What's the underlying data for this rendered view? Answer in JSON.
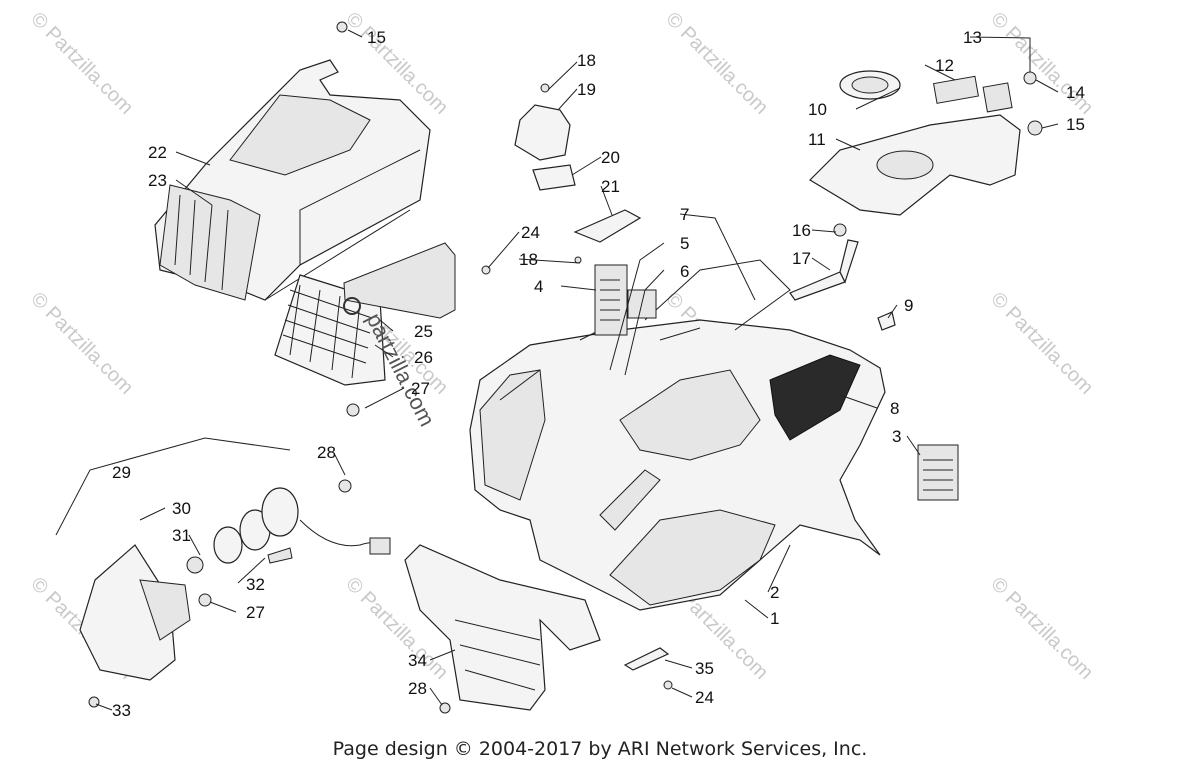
{
  "watermarks": [
    "© Partzilla.com",
    "© Partzilla.com",
    "© Partzilla.com",
    "© Partzilla.com",
    "© Partzilla.com",
    "© Partzilla.com",
    "© Partzilla.com",
    "© Partzilla.com",
    "© Partzilla.com",
    "© Partzilla.com",
    "© Partzilla.com",
    "© Partzilla.com"
  ],
  "center_watermark": "partzilla.com",
  "footer": "Page design © 2004-2017 by ARI Network Services, Inc.",
  "labels": {
    "p1": "1",
    "p2": "2",
    "p3": "3",
    "p4": "4",
    "p5": "5",
    "p6": "6",
    "p7": "7",
    "p8": "8",
    "p9": "9",
    "p10": "10",
    "p11": "11",
    "p12": "12",
    "p13": "13",
    "p14": "14",
    "p15a": "15",
    "p15b": "15",
    "p16": "16",
    "p17": "17",
    "p18a": "18",
    "p18b": "18",
    "p19": "19",
    "p20": "20",
    "p21": "21",
    "p22": "22",
    "p23": "23",
    "p24a": "24",
    "p24b": "24",
    "p25": "25",
    "p26": "26",
    "p27a": "27",
    "p27b": "27",
    "p28a": "28",
    "p28b": "28",
    "p29": "29",
    "p30": "30",
    "p31": "31",
    "p32": "32",
    "p33": "33",
    "p34": "34",
    "p35": "35"
  }
}
